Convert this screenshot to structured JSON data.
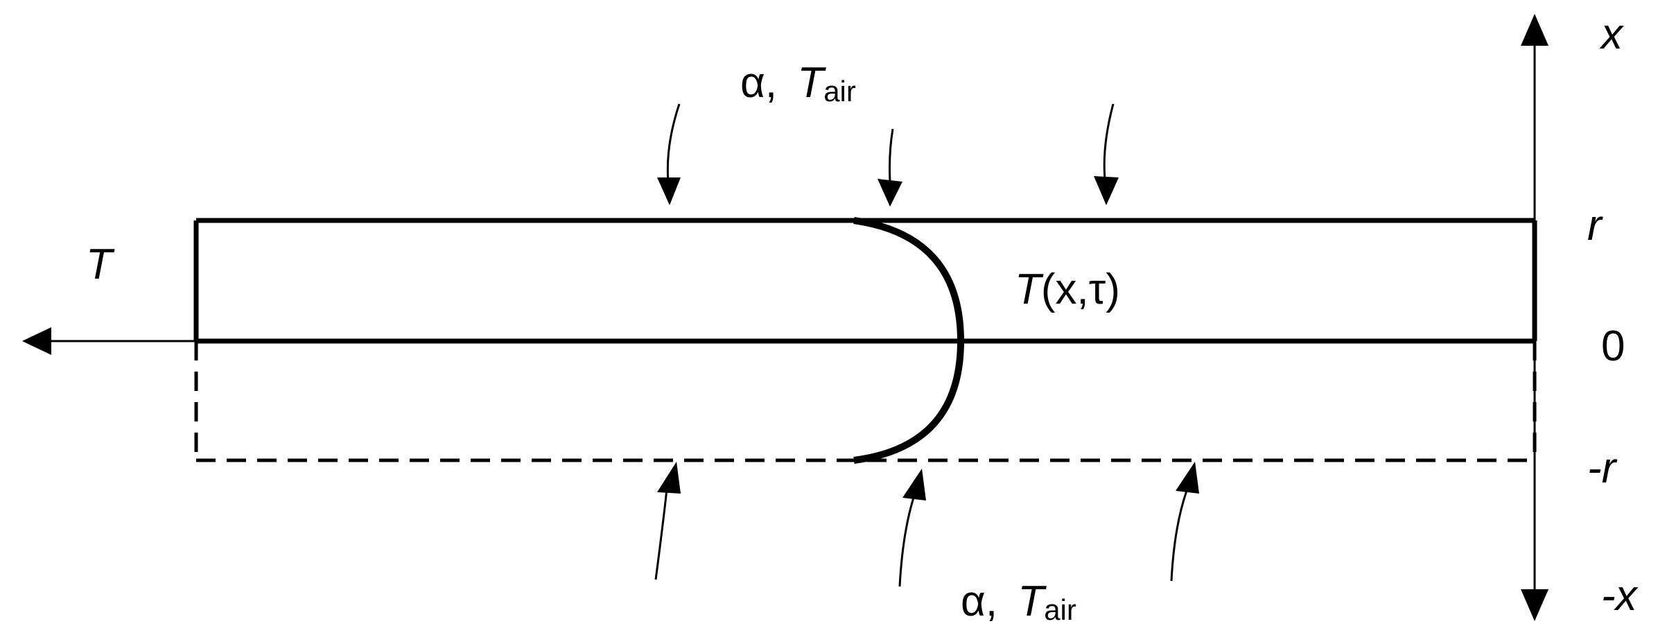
{
  "labels": {
    "top_alpha": "α,",
    "top_T": "T",
    "top_sub": "air",
    "bottom_alpha": "α,",
    "bottom_T": "T",
    "bottom_sub": "air",
    "tension_T": "T",
    "field_T": "T",
    "field_args": "(x,τ)",
    "axis_x": "x",
    "axis_neg_x": "-x",
    "axis_r": "r",
    "axis_zero": "0",
    "axis_neg_r": "-r"
  }
}
